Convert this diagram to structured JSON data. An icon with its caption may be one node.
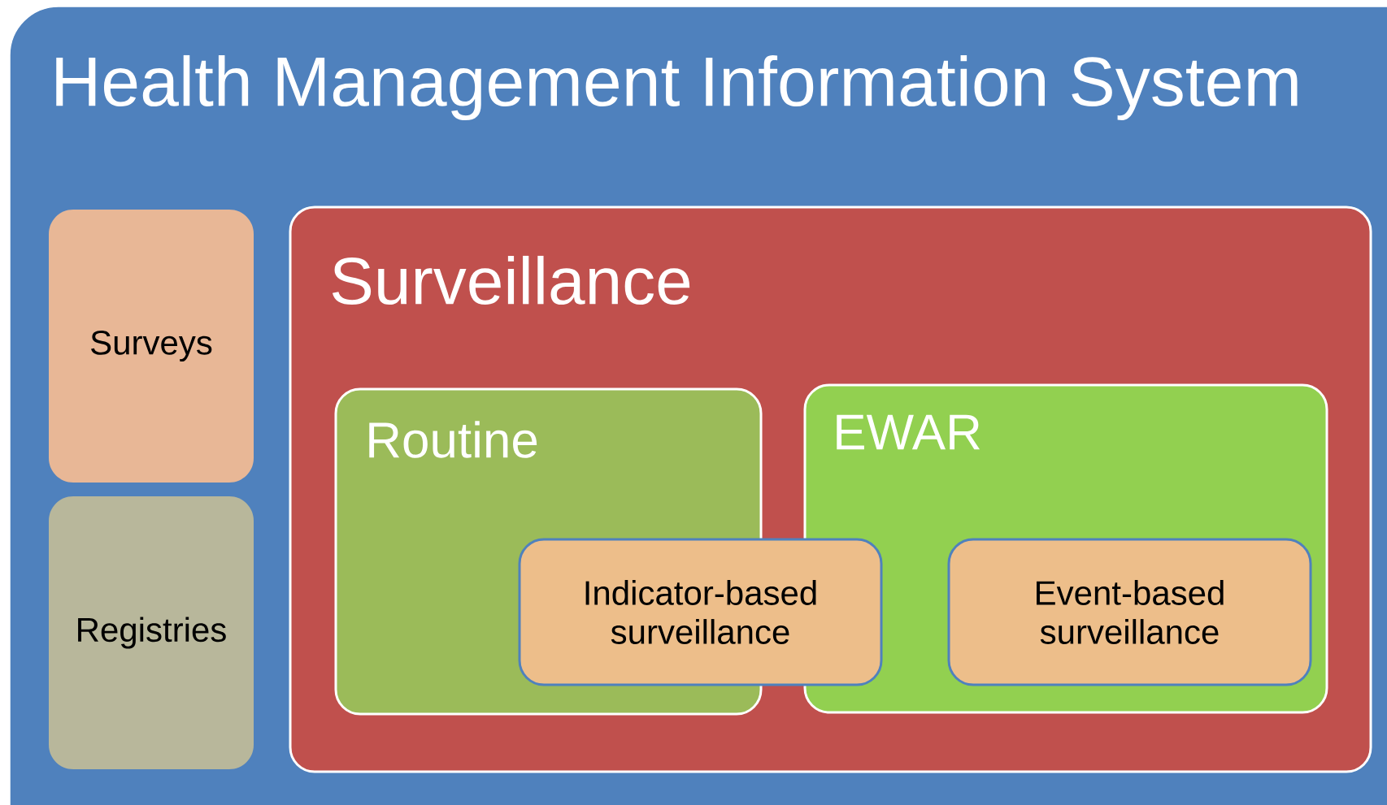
{
  "diagram": {
    "nodes": [
      {
        "text": [
          "Health Management Information System"
        ]
      },
      {
        "text": [
          "Surveys"
        ],
        "in": 0
      },
      {
        "text": [
          "Registries"
        ],
        "in": 0
      },
      {
        "text": [
          "Surveillance"
        ],
        "in": 0
      },
      {
        "text": [
          "Routine"
        ],
        "in": 3
      },
      {
        "text": [
          "EWAR"
        ],
        "in": 3
      },
      {
        "text": [
          "Indicator-based surveillance"
        ],
        "in": 3
      },
      {
        "text": [
          "Event-based surveillance"
        ],
        "in": 5
      }
    ]
  }
}
